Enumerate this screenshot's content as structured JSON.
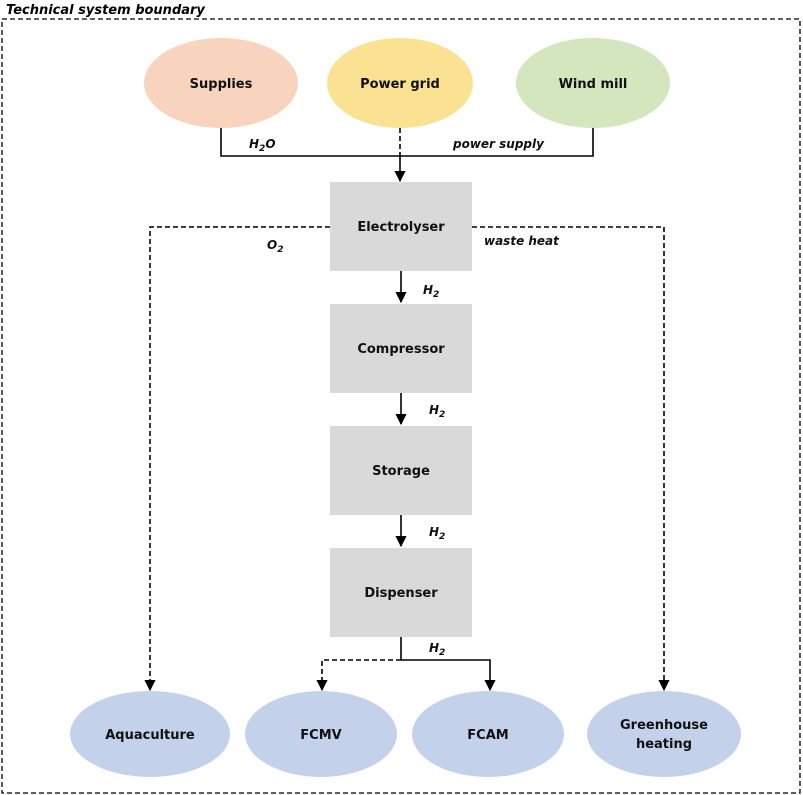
{
  "boundary": {
    "title": "Technical system boundary"
  },
  "sources": [
    {
      "id": "supplies",
      "label": "Supplies",
      "color": "#f8d3bd"
    },
    {
      "id": "power-grid",
      "label": "Power grid",
      "color": "#fbe292"
    },
    {
      "id": "wind-mill",
      "label": "Wind mill",
      "color": "#d3e6be"
    }
  ],
  "processes": [
    {
      "id": "electrolyser",
      "label": "Electrolyser"
    },
    {
      "id": "compressor",
      "label": "Compressor"
    },
    {
      "id": "storage",
      "label": "Storage"
    },
    {
      "id": "dispenser",
      "label": "Dispenser"
    }
  ],
  "sinks": [
    {
      "id": "aquaculture",
      "lines": [
        "Aquaculture"
      ]
    },
    {
      "id": "fcmv",
      "lines": [
        "FCMV"
      ]
    },
    {
      "id": "fcam",
      "lines": [
        "FCAM"
      ]
    },
    {
      "id": "greenhouse",
      "lines": [
        "Greenhouse",
        "heating"
      ]
    }
  ],
  "flow_labels": {
    "water": {
      "main": "H",
      "sub": "2",
      "tail": "O"
    },
    "power": {
      "main": "power supply",
      "sub": "",
      "tail": ""
    },
    "oxygen": {
      "main": "O",
      "sub": "2",
      "tail": ""
    },
    "waste_heat": {
      "main": "waste heat",
      "sub": "",
      "tail": ""
    },
    "h2_1": {
      "main": "H",
      "sub": "2",
      "tail": ""
    },
    "h2_2": {
      "main": "H",
      "sub": "2",
      "tail": ""
    },
    "h2_3": {
      "main": "H",
      "sub": "2",
      "tail": ""
    },
    "h2_4": {
      "main": "H",
      "sub": "2",
      "tail": ""
    }
  },
  "colors": {
    "process_fill": "#d9d9d9",
    "sink_fill": "#c4d1eb",
    "line": "#000000"
  }
}
